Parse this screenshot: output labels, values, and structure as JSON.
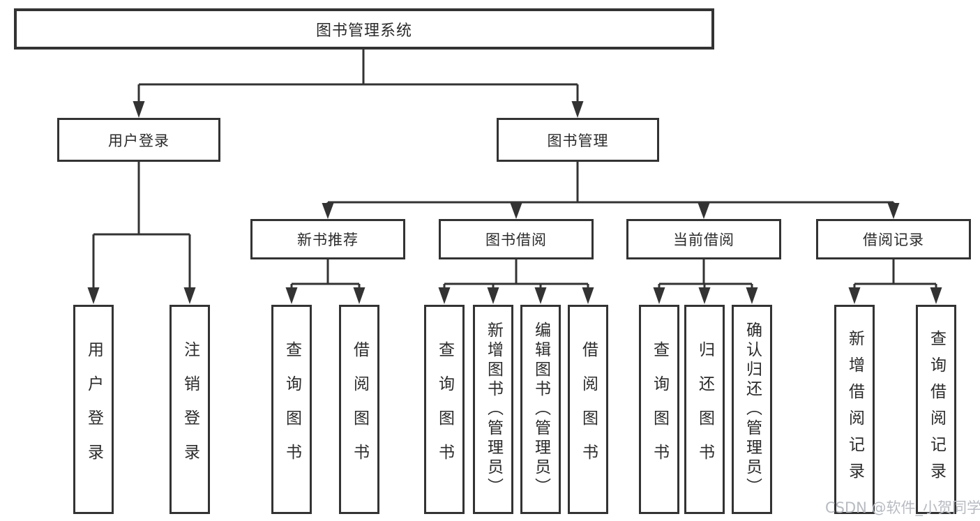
{
  "watermark": "CSDN @软件_小贺同学",
  "colors": {
    "line": "#333333",
    "box_border": "#333333",
    "text": "#2b2b2b",
    "watermark": "#b7bbc2",
    "background": "#ffffff"
  },
  "tree": {
    "label": "图书管理系统",
    "children": [
      {
        "label": "用户登录",
        "children": [
          {
            "label": "用户登录"
          },
          {
            "label": "注销登录"
          }
        ]
      },
      {
        "label": "图书管理",
        "children": [
          {
            "label": "新书推荐",
            "children": [
              {
                "label": "查询图书"
              },
              {
                "label": "借阅图书"
              }
            ]
          },
          {
            "label": "图书借阅",
            "children": [
              {
                "label": "查询图书"
              },
              {
                "label": "新增图书（管理员）"
              },
              {
                "label": "编辑图书（管理员）"
              },
              {
                "label": "借阅图书"
              }
            ]
          },
          {
            "label": "当前借阅",
            "children": [
              {
                "label": "查询图书"
              },
              {
                "label": "归还图书"
              },
              {
                "label": "确认归还（管理员）"
              }
            ]
          },
          {
            "label": "借阅记录",
            "children": [
              {
                "label": "新增借阅记录"
              },
              {
                "label": "查询借阅记录"
              }
            ]
          }
        ]
      }
    ]
  }
}
